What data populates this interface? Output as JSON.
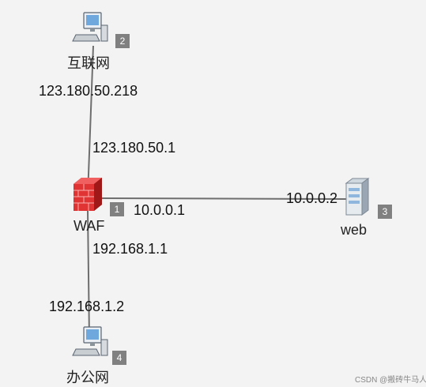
{
  "nodes": {
    "internet": {
      "label": "互联网",
      "badge": "2",
      "icon": "computer-icon"
    },
    "waf": {
      "label": "WAF",
      "badge": "1",
      "icon": "firewall-icon"
    },
    "web": {
      "label": "web",
      "badge": "3",
      "icon": "server-icon"
    },
    "office": {
      "label": "办公网",
      "badge": "4",
      "icon": "computer-icon"
    }
  },
  "links": {
    "internet_waf": {
      "ip_internet": "123.180.50.218",
      "ip_waf": "123.180.50.1"
    },
    "waf_web": {
      "ip_waf": "10.0.0.1",
      "ip_web": "10.0.0.2"
    },
    "waf_office": {
      "ip_waf": "192.168.1.1",
      "ip_office": "192.168.1.2"
    }
  },
  "colors": {
    "background": "#f3f3f3",
    "link": "#6e6e6e",
    "badge": "#808080",
    "firewall": "#d62a2a"
  },
  "watermark": "CSDN @搬砖牛马人"
}
